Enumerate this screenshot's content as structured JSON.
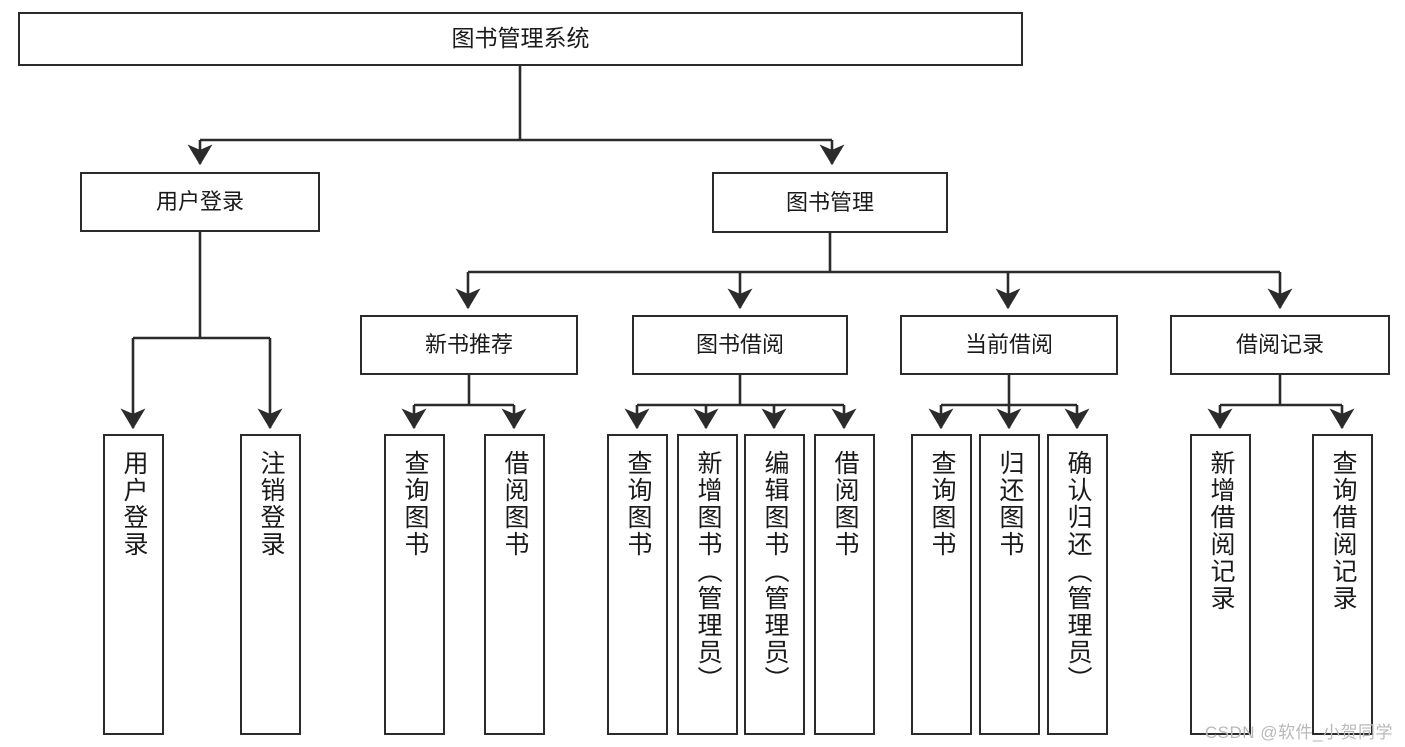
{
  "diagram": {
    "title": "图书管理系统",
    "type": "tree",
    "colors": {
      "background": "#ffffff",
      "stroke": "#2b2b2b",
      "text": "#1a1a1a",
      "watermark": "#b9b9b9"
    },
    "root": {
      "label": "图书管理系统"
    },
    "level1": [
      {
        "label": "用户登录"
      },
      {
        "label": "图书管理"
      }
    ],
    "level2": [
      {
        "label": "新书推荐"
      },
      {
        "label": "图书借阅"
      },
      {
        "label": "当前借阅"
      },
      {
        "label": "借阅记录"
      }
    ],
    "leaves": {
      "user_login": [
        {
          "label": "用户登录"
        },
        {
          "label": "注销登录"
        }
      ],
      "new_book_recommend": [
        {
          "label": "查询图书"
        },
        {
          "label": "借阅图书"
        }
      ],
      "book_borrow": [
        {
          "label": "查询图书"
        },
        {
          "label": "新增图书（管理员）"
        },
        {
          "label": "编辑图书（管理员）"
        },
        {
          "label": "借阅图书"
        }
      ],
      "current_borrow": [
        {
          "label": "查询图书"
        },
        {
          "label": "归还图书"
        },
        {
          "label": "确认归还（管理员）"
        }
      ],
      "borrow_record": [
        {
          "label": "新增借阅记录"
        },
        {
          "label": "查询借阅记录"
        }
      ]
    }
  },
  "watermark": {
    "text": "CSDN @软件_小贺同学"
  }
}
